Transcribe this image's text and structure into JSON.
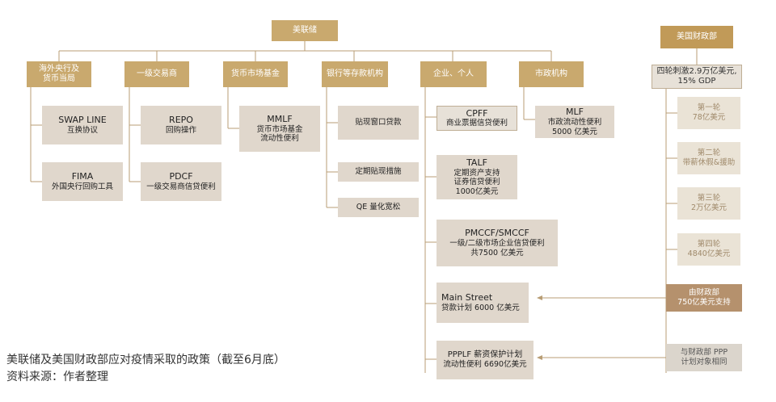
{
  "fed": {
    "title": "美联储"
  },
  "fed_categories": [
    {
      "lines": [
        "海外央行及",
        "货币当局"
      ]
    },
    {
      "lines": [
        "一级交易商"
      ]
    },
    {
      "lines": [
        "货币市场基金"
      ]
    },
    {
      "lines": [
        "银行等存款机构"
      ]
    },
    {
      "lines": [
        "企业、个人"
      ]
    },
    {
      "lines": [
        "市政机构"
      ]
    }
  ],
  "tools": {
    "swap": [
      "SWAP LINE",
      "互换协议"
    ],
    "fima": [
      "FIMA",
      "外国央行回购工具"
    ],
    "repo": [
      "REPO",
      "回购操作"
    ],
    "pdcf": [
      "PDCF",
      "一级交易商信贷便利"
    ],
    "mmlf": [
      "MMLF",
      "货币市场基金",
      "流动性便利"
    ],
    "discount_window": [
      "贴现窗口贷款"
    ],
    "discount_measures": [
      "定期贴现措施"
    ],
    "qe": [
      "QE 量化宽松"
    ],
    "cpff": [
      "CPFF",
      "商业票据信贷便利"
    ],
    "talf": [
      "TALF",
      "定期资产支持",
      "证券信贷便利",
      "1000亿美元"
    ],
    "pmccf": [
      "PMCCF/SMCCF",
      "一级/二级市场企业信贷便利",
      "共7500 亿美元"
    ],
    "main_street": [
      "Main Street",
      "贷款计划 6000 亿美元"
    ],
    "ppplf": [
      "PPPLF 薪资保护计划",
      "流动性便利 6690亿美元"
    ],
    "mlf": [
      "MLF",
      "市政流动性便利",
      "5000 亿美元"
    ]
  },
  "treasury": {
    "title": "美国财政部",
    "stimulus": [
      "四轮刺激2.9万亿美元,",
      "15% GDP"
    ],
    "rounds": [
      {
        "lines": [
          "第一轮",
          "78亿美元"
        ]
      },
      {
        "lines": [
          "第二轮",
          "带薪休假&援助"
        ]
      },
      {
        "lines": [
          "第三轮",
          "2万亿美元"
        ]
      },
      {
        "lines": [
          "第四轮",
          "4840亿美元"
        ]
      }
    ],
    "support": [
      "由财政部",
      "750亿美元支持"
    ],
    "ppp": [
      "与财政部 PPP",
      "计划对象相同"
    ]
  },
  "caption": {
    "title": "美联储及美国财政部应对疫情采取的政策（截至6月底）",
    "source": "资料来源：作者整理"
  },
  "colors": {
    "gold": "#c9a96e",
    "beige": "#e0d7cc",
    "pale": "#eae3d6",
    "brown": "#b5916d",
    "line": "#b89d74"
  }
}
